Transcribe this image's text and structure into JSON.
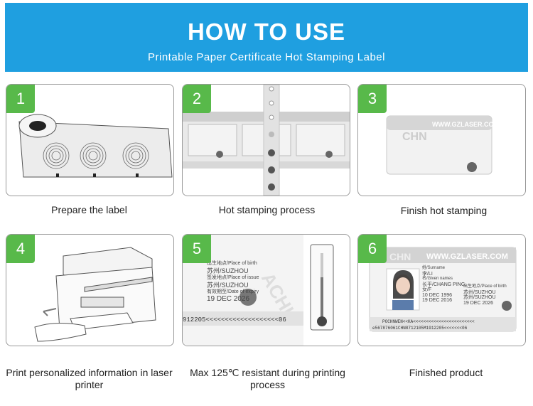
{
  "header": {
    "title": "HOW TO USE",
    "subtitle": "Printable Paper Certificate Hot Stamping Label"
  },
  "steps": [
    {
      "number": "1",
      "caption": "Prepare the label"
    },
    {
      "number": "2",
      "caption": "Hot stamping process"
    },
    {
      "number": "3",
      "caption": "Finish hot stamping"
    },
    {
      "number": "4",
      "caption": "Print personalized information in laser printer"
    },
    {
      "number": "5",
      "caption": "Max 125℃ resistant during printing process"
    },
    {
      "number": "6",
      "caption": "Finished product"
    }
  ],
  "card_texts": {
    "brand": "WWW.GZLASER.COM",
    "watermark": "CHN",
    "place_of_birth_label": "出生地点/Place of birth",
    "place_of_birth": "苏州/SUZHOU",
    "place_of_issue_label": "签发地点/Place of issue",
    "place_of_issue": "苏州/SUZHOU",
    "expiry_label": "有效期至/Date of expiry",
    "expiry": "19 DEC 2026",
    "mrz_partial": "912205<<<<<<<<<<<<<<<<<<<06",
    "surname_label": "姓/Surname",
    "surname": "李/LI",
    "given_label": "名/Given names",
    "given": "长平/CHANG PING",
    "sex": "女/F",
    "dob": "10 DEC 1996",
    "issue_date": "19 DEC 2016",
    "mrz_line1": "POCHNWEN<<KA<<<<<<<<<<<<<<<<<<<<<<<<",
    "mrz_line2": "e567876061CHN8712105M1912205<<<<<<<06"
  },
  "colors": {
    "banner": "#1f9fe0",
    "step_badge": "#58b94a",
    "card_border": "#9a9a9a"
  }
}
